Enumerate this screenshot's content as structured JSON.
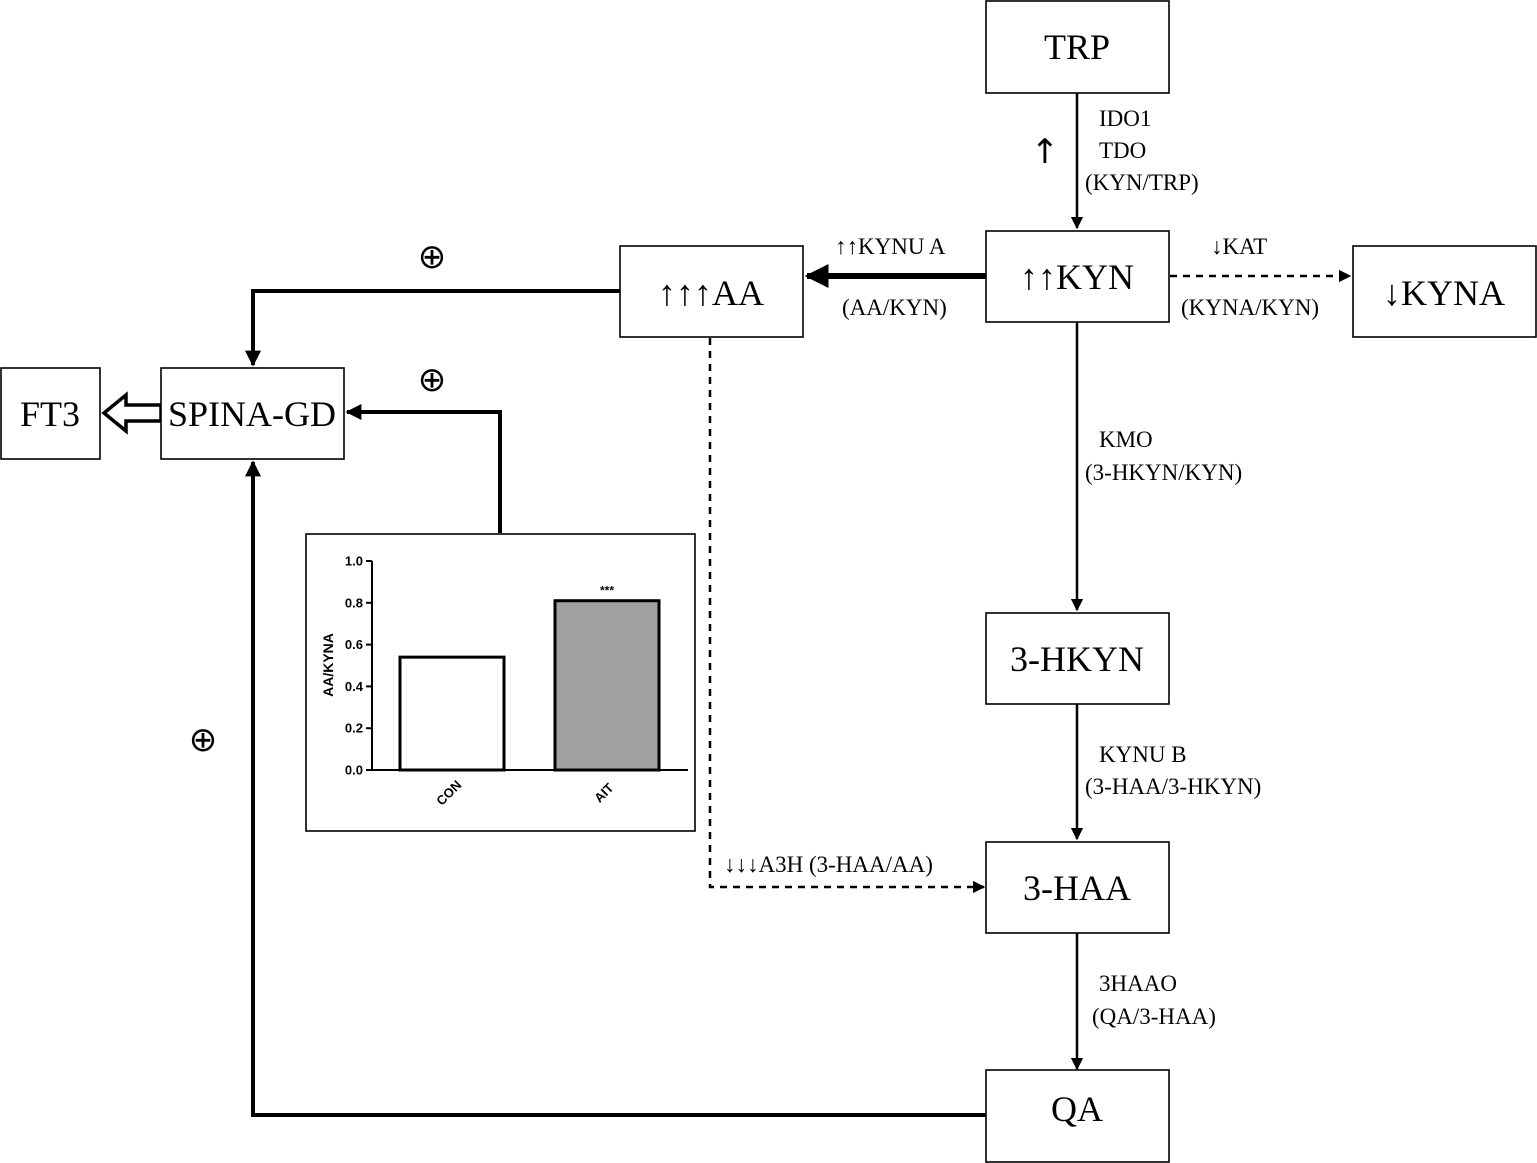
{
  "nodes": {
    "trp": "TRP",
    "kyn": "↑↑KYN",
    "kyna": "↓KYNA",
    "aa": "↑↑↑AA",
    "hkyn": "3-HKYN",
    "haa": "3-HAA",
    "qa": "QA",
    "spina": "SPINA-GD",
    "ft3": "FT3"
  },
  "edges": {
    "ido1": "IDO1",
    "tdo": "TDO",
    "kyn_trp": "(KYN/TRP)",
    "up_arrow": "↑",
    "kynu_a": "↑↑KYNU A",
    "aa_kyn": "(AA/KYN)",
    "kat": "↓KAT",
    "kyna_kyn": "(KYNA/KYN)",
    "kmo": "KMO",
    "hkyn_kyn": "(3-HKYN/KYN)",
    "kynu_b": "KYNU B",
    "haa_hkyn": "(3-HAA/3-HKYN)",
    "a3h": "↓↓↓A3H (3-HAA/AA)",
    "haao": "3HAAO",
    "qa_haa": "(QA/3-HAA)",
    "plus": "⊕"
  },
  "chart_data": {
    "type": "bar",
    "categories": [
      "CON",
      "AIT"
    ],
    "values": [
      0.54,
      0.81
    ],
    "ylabel": "AA/KYNA",
    "ylim": [
      0,
      1.0
    ],
    "yticks": [
      "0.0",
      "0.2",
      "0.4",
      "0.6",
      "0.8",
      "1.0"
    ],
    "annotations": [
      "",
      "***"
    ],
    "bar_colors": [
      "#ffffff",
      "#a0a0a0"
    ]
  }
}
